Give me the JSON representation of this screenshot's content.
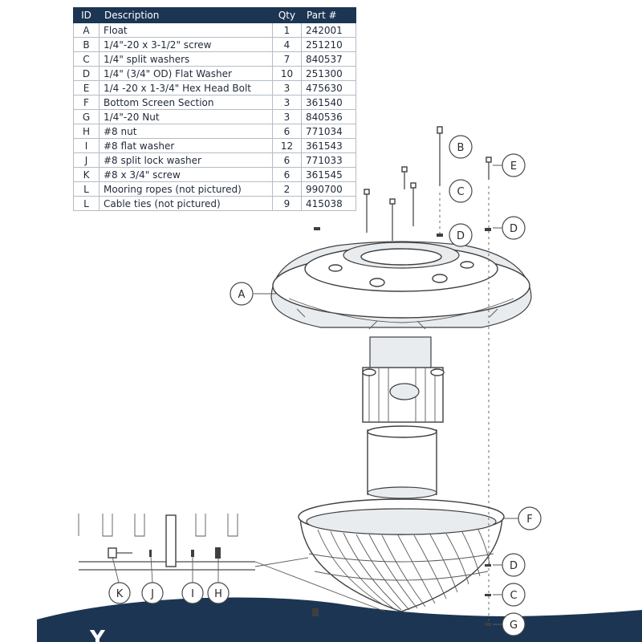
{
  "parts_table": {
    "headers": {
      "id": "ID",
      "description": "Description",
      "qty": "Qty",
      "part": "Part #"
    },
    "rows": [
      {
        "id": "A",
        "description": "Float",
        "qty": "1",
        "part": "242001"
      },
      {
        "id": "B",
        "description": "1/4\"-20 x 3-1/2\" screw",
        "qty": "4",
        "part": "251210"
      },
      {
        "id": "C",
        "description": "1/4\" split washers",
        "qty": "7",
        "part": "840537"
      },
      {
        "id": "D",
        "description": "1/4\" (3/4\" OD) Flat Washer",
        "qty": "10",
        "part": "251300"
      },
      {
        "id": "E",
        "description": "1/4 -20 x 1-3/4\" Hex Head Bolt",
        "qty": "3",
        "part": "475630"
      },
      {
        "id": "F",
        "description": "Bottom Screen Section",
        "qty": "3",
        "part": "361540"
      },
      {
        "id": "G",
        "description": "1/4\"-20 Nut",
        "qty": "3",
        "part": "840536"
      },
      {
        "id": "H",
        "description": "#8 nut",
        "qty": "6",
        "part": "771034"
      },
      {
        "id": "I",
        "description": "#8 flat washer",
        "qty": "12",
        "part": "361543"
      },
      {
        "id": "J",
        "description": "#8 split lock washer",
        "qty": "6",
        "part": "771033"
      },
      {
        "id": "K",
        "description": "#8 x 3/4\" screw",
        "qty": "6",
        "part": "361545"
      },
      {
        "id": "L",
        "description": "Mooring ropes (not pictured)",
        "qty": "2",
        "part": "990700"
      },
      {
        "id": "L",
        "description": "Cable ties (not pictured)",
        "qty": "9",
        "part": "415038"
      }
    ]
  },
  "callouts": {
    "a": "A",
    "b": "B",
    "c1": "C",
    "c2": "C",
    "d1": "D",
    "d2": "D",
    "d3": "D",
    "e": "E",
    "f": "F",
    "g": "G",
    "h": "H",
    "i": "I",
    "j": "J",
    "k": "K"
  },
  "footer_text": "Y",
  "colors": {
    "header_bg": "#1c3553",
    "footer_band": "#1c3553",
    "line": "#4a4a4a"
  }
}
